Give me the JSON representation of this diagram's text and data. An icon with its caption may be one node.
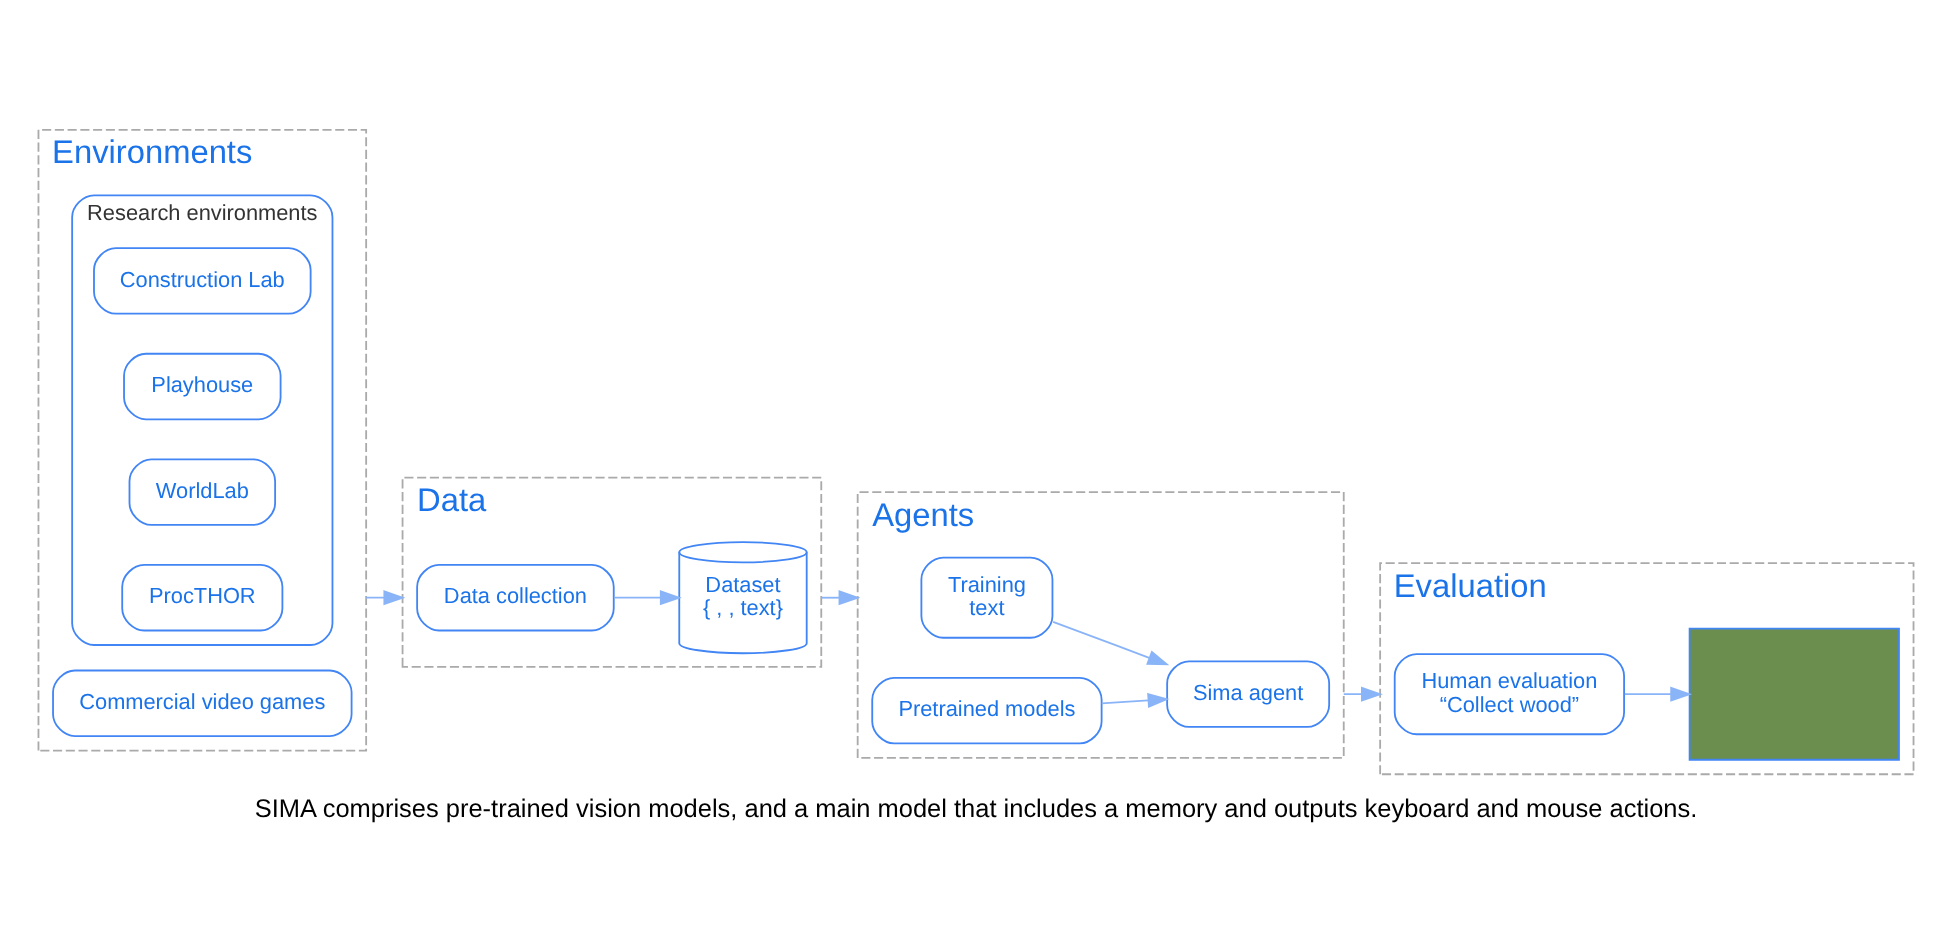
{
  "diagram": {
    "caption": "SIMA comprises pre-trained vision models, and a main model that includes a memory and outputs keyboard and mouse actions.",
    "nodes": [
      {
        "text": [
          "Environments"
        ]
      },
      {
        "text": [
          "Commercial video games"
        ],
        "in": 0
      },
      {
        "text": [
          "Research environments"
        ],
        "in": 0
      },
      {
        "text": [
          "Construction Lab"
        ],
        "in": 2
      },
      {
        "text": [
          "Playhouse"
        ],
        "in": 2
      },
      {
        "text": [
          "WorldLab"
        ],
        "in": 2
      },
      {
        "text": [
          "ProcTHOR"
        ],
        "in": 2
      },
      {
        "text": [
          "Data"
        ]
      },
      {
        "text": [
          "Data collection"
        ],
        "in": 7
      },
      {
        "text": [
          "Dataset",
          "{ , , text}"
        ],
        "in": 7
      },
      {
        "text": [
          "Agents"
        ]
      },
      {
        "text": [
          "Training",
          "text"
        ],
        "in": 10
      },
      {
        "text": [
          "Pretrained models"
        ],
        "in": 10
      },
      {
        "text": [
          "Sima agent"
        ],
        "in": 10
      },
      {
        "text": [
          "Evaluation"
        ]
      },
      {
        "text": [
          "Human evaluation",
          "“Collect wood”"
        ],
        "in": 14
      },
      {
        "text": [],
        "shape": "box",
        "in": 14
      }
    ],
    "edges": [
      {
        "from": 0,
        "to": 7,
        "arrow": "to"
      },
      {
        "from": 8,
        "to": 9,
        "arrow": "to"
      },
      {
        "from": 7,
        "to": 10,
        "arrow": "to"
      },
      {
        "from": 11,
        "to": 13,
        "arrow": "to"
      },
      {
        "from": 12,
        "to": 13,
        "arrow": "to"
      },
      {
        "from": 10,
        "to": 14,
        "arrow": "to"
      },
      {
        "from": 15,
        "to": 16,
        "arrow": "to"
      }
    ]
  }
}
